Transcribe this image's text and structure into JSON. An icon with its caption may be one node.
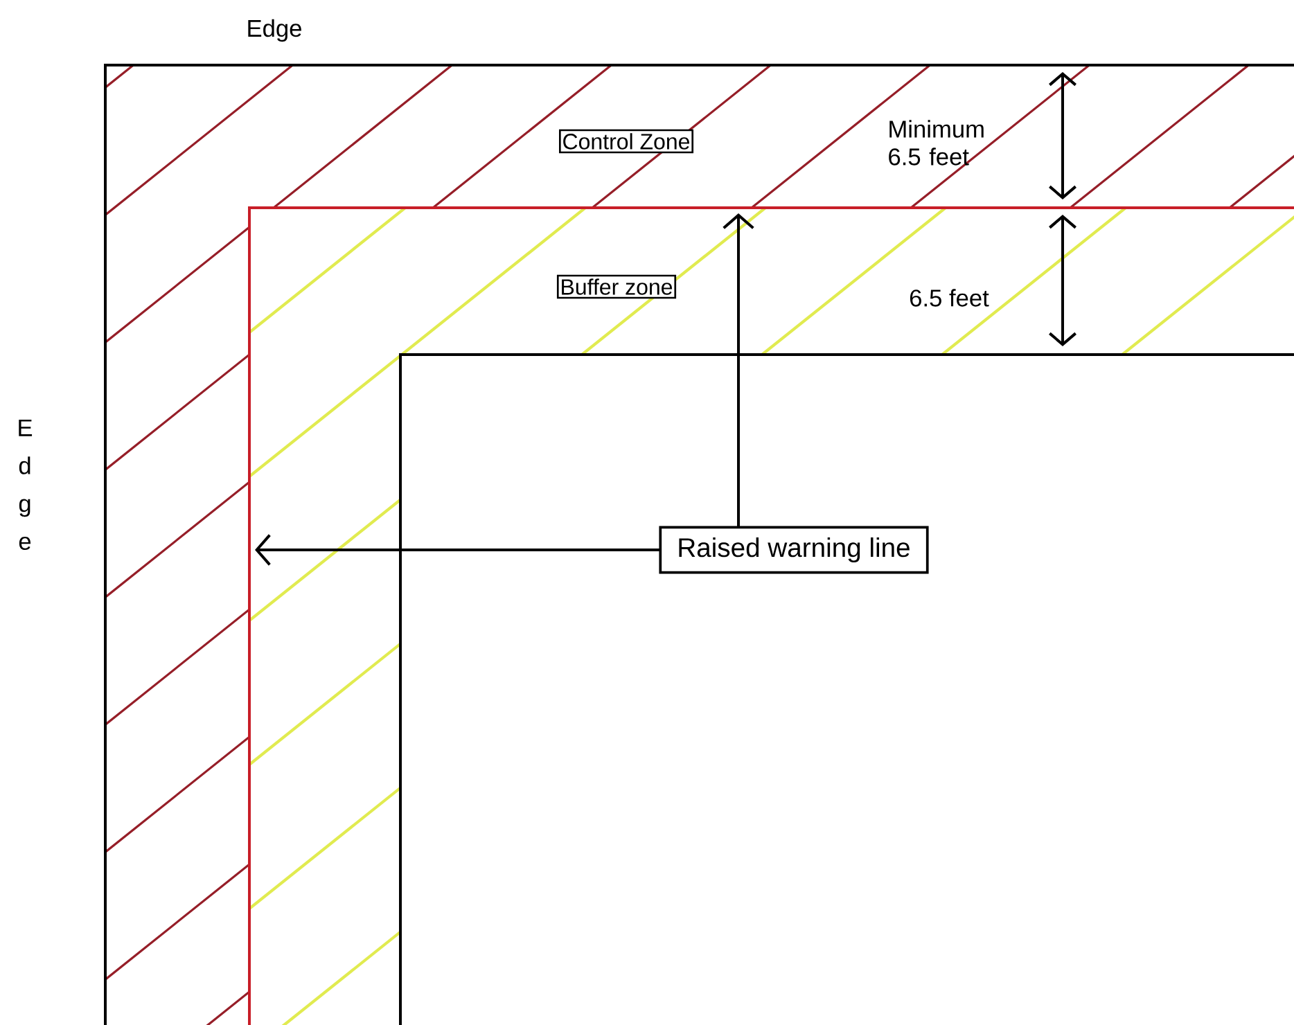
{
  "diagram": {
    "nodes": [
      {
        "text": [
          "Control Zone"
        ]
      },
      {
        "text": [
          "Buffer zone"
        ]
      },
      {
        "text": [
          "Raised warning line"
        ]
      }
    ],
    "edges": [
      {
        "from": 2,
        "to": null,
        "arrow": "to"
      },
      {
        "from": 2,
        "to": null,
        "arrow": "to"
      }
    ],
    "labels": [
      "Edge",
      "Minimum 6.5 feet",
      "6.5 feet",
      "Edge"
    ]
  }
}
